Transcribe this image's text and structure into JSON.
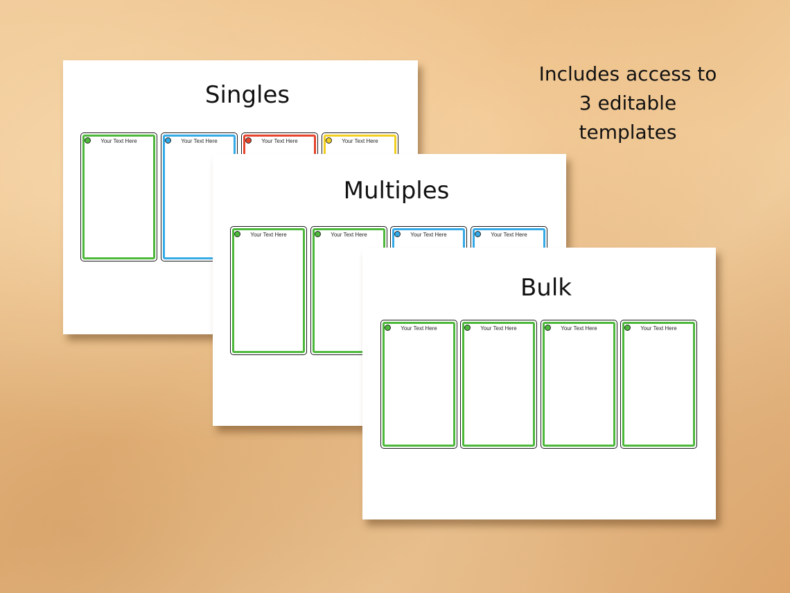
{
  "tagline": {
    "line1": "Includes access to",
    "line2": "3 editable",
    "line3": "templates"
  },
  "colors": {
    "green": "#4cb83a",
    "blue": "#33a9e6",
    "red": "#e5432c",
    "yellow": "#f2cf1f"
  },
  "sheets": {
    "singles": {
      "title": "Singles",
      "cards": [
        {
          "label": "Your Text Here",
          "color": "green"
        },
        {
          "label": "Your Text Here",
          "color": "blue"
        },
        {
          "label": "Your Text Here",
          "color": "red"
        },
        {
          "label": "Your Text Here",
          "color": "yellow"
        }
      ]
    },
    "multiples": {
      "title": "Multiples",
      "cards": [
        {
          "label": "Your Text Here",
          "color": "green"
        },
        {
          "label": "Your Text Here",
          "color": "green"
        },
        {
          "label": "Your Text Here",
          "color": "blue"
        },
        {
          "label": "Your Text Here",
          "color": "blue"
        }
      ]
    },
    "bulk": {
      "title": "Bulk",
      "cards": [
        {
          "label": "Your Text Here",
          "color": "green"
        },
        {
          "label": "Your Text Here",
          "color": "green"
        },
        {
          "label": "Your Text Here",
          "color": "green"
        },
        {
          "label": "Your Text Here",
          "color": "green"
        }
      ]
    }
  }
}
